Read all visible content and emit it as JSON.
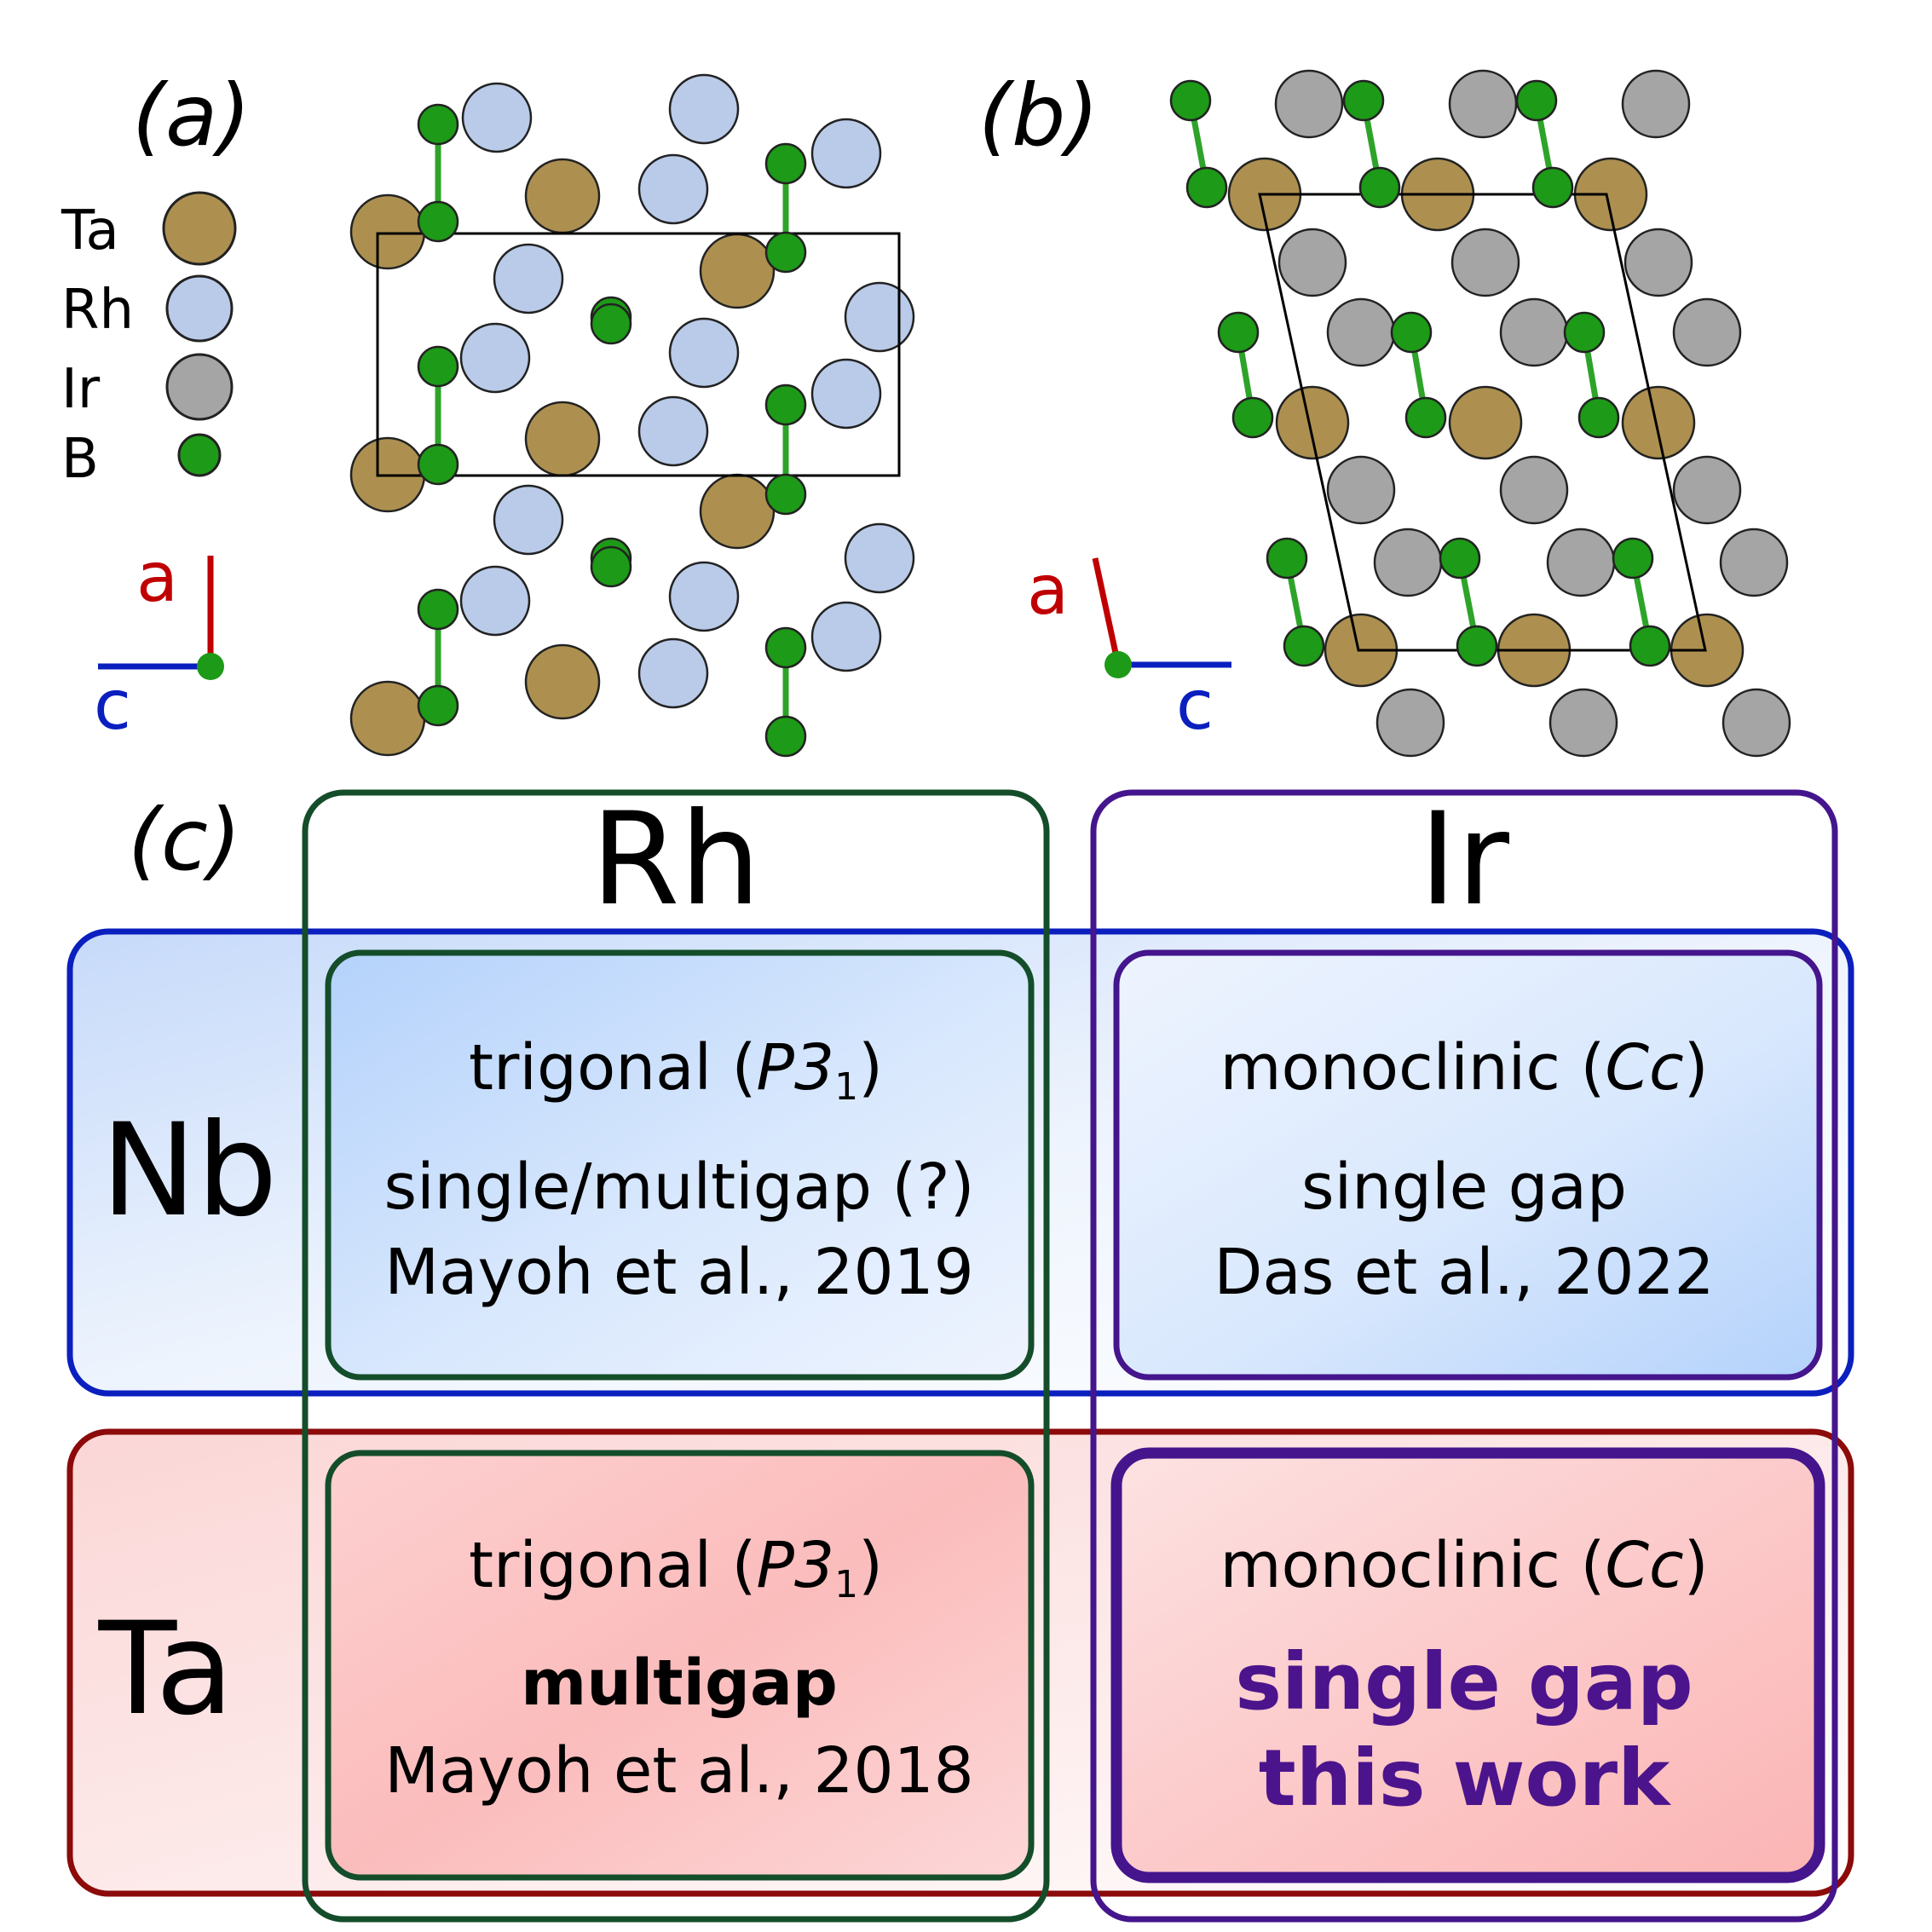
{
  "panels": {
    "a": {
      "label": "(a)"
    },
    "b": {
      "label": "(b)"
    },
    "c": {
      "label": "(c)"
    }
  },
  "legend": [
    {
      "symbol": "Ta",
      "color": "#ad9050"
    },
    {
      "symbol": "Rh",
      "color": "#b9cbe9"
    },
    {
      "symbol": "Ir",
      "color": "#a5a5a5"
    },
    {
      "symbol": "B",
      "color": "#1d9a17"
    }
  ],
  "axes": {
    "a_label": "a",
    "c_label": "c",
    "a_color": "#c00000",
    "c_color": "#0b1fbf",
    "origin_color": "#1d9a17"
  },
  "table": {
    "col_headers": [
      "Rh",
      "Ir"
    ],
    "row_headers": [
      "Nb",
      "Ta"
    ],
    "cells": {
      "nb_rh": {
        "structure_prefix": "trigonal (",
        "structure_group": "P3",
        "structure_sub": "1",
        "structure_suffix": ")",
        "gap": "single/multigap (?)",
        "ref": "Mayoh et al., 2019"
      },
      "nb_ir": {
        "structure_prefix": "monoclinic (",
        "structure_group": "Cc",
        "structure_suffix": ")",
        "gap": "single gap",
        "ref": "Das et al., 2022"
      },
      "ta_rh": {
        "structure_prefix": "trigonal (",
        "structure_group": "P3",
        "structure_sub": "1",
        "structure_suffix": ")",
        "gap": "multigap",
        "ref": "Mayoh et al., 2018"
      },
      "ta_ir": {
        "structure_prefix": "monoclinic (",
        "structure_group": "Cc",
        "structure_suffix": ")",
        "gap": "single gap",
        "ref": "this work"
      }
    },
    "colors": {
      "rh_box": "#144d2a",
      "ir_box": "#44158c",
      "nb_box": "#0b1fbf",
      "ta_box": "#8c0a0a",
      "highlight_text": "#4b148c"
    }
  }
}
